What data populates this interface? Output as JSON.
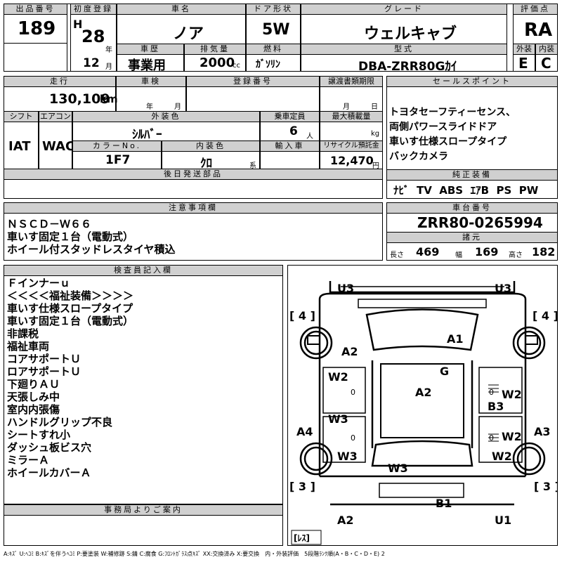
{
  "top": {
    "lot_no_label": "出品番号",
    "lot_no": "189",
    "first_reg_label": "初度登録",
    "era": "H",
    "year": "28",
    "year_unit": "年",
    "month": "12",
    "month_unit": "月",
    "car_name_label": "車名",
    "car_name": "ノア",
    "door_label": "ドア形状",
    "door": "5W",
    "grade_label": "グレード",
    "grade": "ウェルキャブ",
    "score_label": "評価点",
    "score": "RA",
    "history_label": "車歴",
    "history": "事業用",
    "disp_label": "排気量",
    "disp": "2000",
    "disp_unit": "cc",
    "fuel_label": "燃料",
    "fuel": "ｶﾞｿﾘﾝ",
    "model_label": "型式",
    "model": "DBA-ZRR80Gｶｲ",
    "ext_label": "外装",
    "ext": "E",
    "int_label": "内装",
    "int": "C"
  },
  "mid": {
    "mileage_label": "走行",
    "mileage": "130,109",
    "mileage_unit": "km",
    "shaken_label": "車検",
    "shaken_y": "年",
    "shaken_m": "月",
    "regno_label": "登録番号",
    "transfer_label": "譲渡書類期限",
    "transfer_m": "月",
    "transfer_d": "日",
    "shift_label": "シフト",
    "shift": "IAT",
    "ac_label": "エアコン",
    "ac": "WAC",
    "color_label": "外装色",
    "color": "ｼﾙﾊﾞｰ",
    "capacity_label": "乗車定員",
    "capacity": "6",
    "capacity_unit": "人",
    "load_label": "最大積載量",
    "load_unit": "kg",
    "colorno_label": "カラーNo.",
    "colorno": "1F7",
    "intcolor_label": "内装色",
    "intcolor": "ｸﾛ",
    "intcolor_unit": "系",
    "import_label": "輸入車",
    "recycle_label": "リサイクル預託金",
    "recycle": "12,470",
    "recycle_unit": "円",
    "parts_label": "後日発送部品"
  },
  "sales": {
    "label": "セールスポイント",
    "lines": [
      "トヨタセーフティーセンス、",
      "両側パワースライドドア",
      "車いす仕様スロープタイプ",
      "バックカメラ"
    ]
  },
  "equip": {
    "label": "純正装備",
    "items": [
      "ﾅﾋﾞ",
      "TV",
      "ABS",
      "ｴｱB",
      "PS",
      "PW"
    ]
  },
  "caution": {
    "label": "注意事項欄",
    "lines": [
      "ＮＳＣＤ－Ｗ６６",
      "車いす固定１台（電動式）",
      "ホイール付スタッドレスタイヤ積込"
    ]
  },
  "chassis": {
    "label": "車台番号",
    "value": "ZRR80-0265994",
    "spec_label": "諸元",
    "len_label": "長さ",
    "len": "469",
    "wid_label": "幅",
    "wid": "169",
    "hei_label": "高さ",
    "hei": "182"
  },
  "inspector": {
    "label": "検査員記入欄",
    "lines": [
      "Ｆインナーｕ",
      "＜＜＜＜福祉装備＞＞＞＞",
      "車いす仕様スロープタイプ",
      "車いす固定１台（電動式）",
      "非課税",
      "福祉車両",
      "コアサポートＵ",
      "ロアサポートＵ",
      "下廻りＡＵ",
      "天張しみ中",
      "室内内張傷",
      "ハンドルグリップ不良",
      "シートすれ小",
      "ダッシュ板ビス穴",
      "ミラーＡ",
      "ホイールカバーＡ"
    ]
  },
  "office": {
    "label": "事務局よりご案内"
  },
  "diagram": {
    "marks": [
      "U3",
      "U3",
      "[ 4 ]",
      "[ 4 ]",
      "A1",
      "A2",
      "G",
      "W2",
      "A2",
      "W2",
      "B3",
      "W3",
      "A4",
      "A3",
      "W2",
      "W3",
      "W2",
      "W3",
      "[ 3 ]",
      "[ 3 ]",
      "B1",
      "A2",
      "U1",
      "0",
      "0",
      "0",
      "0",
      "[ﾚｽ]"
    ]
  },
  "legend": "A:ｷｽﾞ U:ﾍｺﾐ B:ｷｽﾞを伴うﾍｺﾐ P:要塗装 W:補修跡 S:錆 C:腐食 G:ﾌﾛﾝﾄｶﾞﾗｽ点ｷｽﾞ XX:交換済み X:要交換　内・外装評価　5段階ﾗﾝｸ順(A・B・C・D・E) 2"
}
